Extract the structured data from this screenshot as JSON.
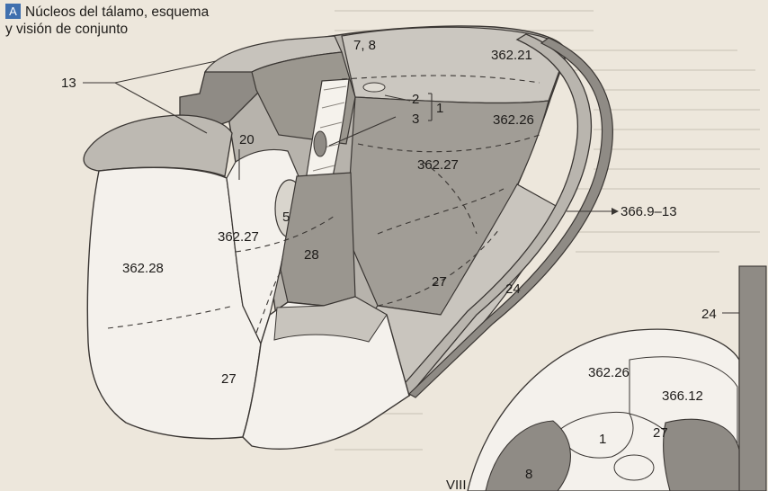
{
  "figure": {
    "badge": "A",
    "title_line1": "Núcleos del tálamo, esquema",
    "title_line2": "y visión de conjunto"
  },
  "labels": {
    "l_13": "13",
    "l_7_8": "7, 8",
    "l_362_21": "362.21",
    "l_2": "2",
    "l_3": "3",
    "l_1_main": "1",
    "l_20": "20",
    "l_362_26_main": "362.26",
    "l_362_27_right": "362.27",
    "l_366_9_13": "366.9–13",
    "l_5": "5",
    "l_362_27_left": "362.27",
    "l_28": "28",
    "l_362_28": "362.28",
    "l_27_mid": "27",
    "l_24_main": "24",
    "l_27_bottom": "27",
    "l_24_inset": "24",
    "l_362_26_inset": "362.26",
    "l_366_12": "366.12",
    "l_1_inset": "1",
    "l_27_inset": "27",
    "l_8_inset": "8",
    "l_viii": "VIII"
  },
  "colors": {
    "paper": "#ede7dc",
    "pale": "#f4f1ec",
    "light_gray": "#c7c3bc",
    "mid_gray": "#aeaaa3",
    "dark_gray": "#8f8b85",
    "outline": "#3a3633",
    "badge": "#3f6fae"
  }
}
